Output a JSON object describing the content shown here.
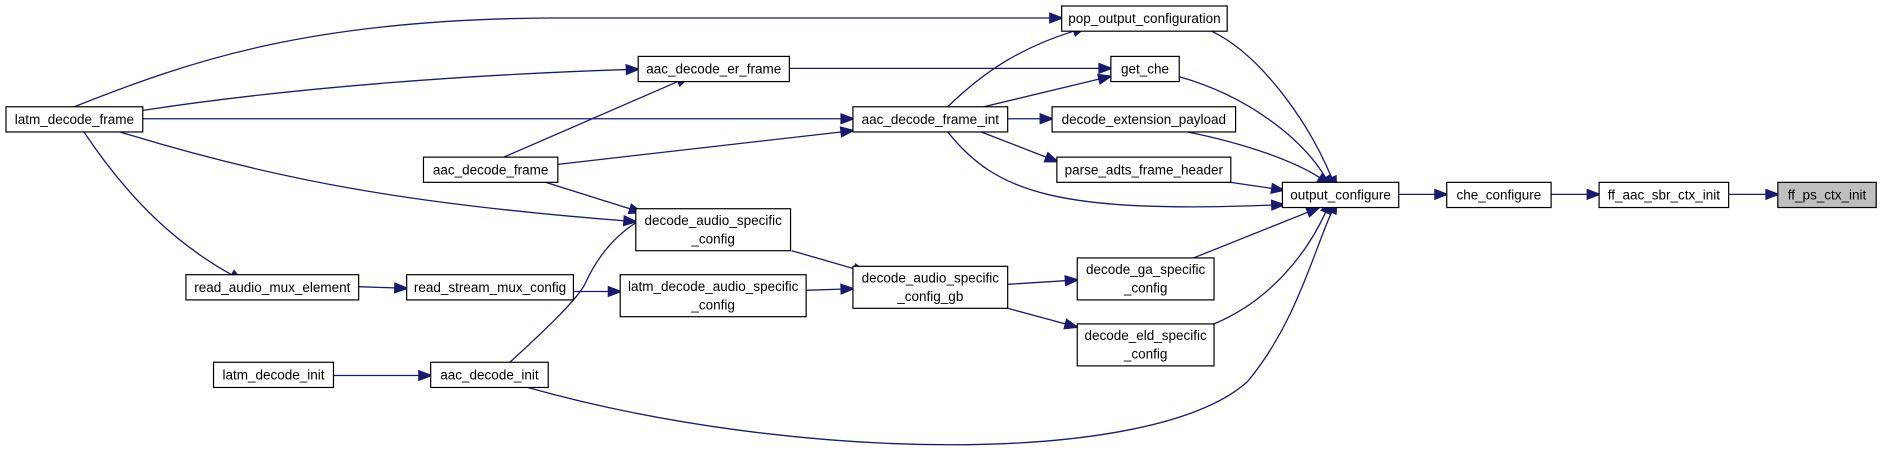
{
  "colors": {
    "edge": "#191970",
    "node_border": "#000000",
    "node_fill": "#ffffff",
    "highlight_fill": "#bfbfbf"
  },
  "nodes": {
    "ff_ps_ctx_init": {
      "lines": [
        "ff_ps_ctx_init"
      ],
      "highlight": true
    },
    "ff_aac_sbr_ctx_init": {
      "lines": [
        "ff_aac_sbr_ctx_init"
      ]
    },
    "che_configure": {
      "lines": [
        "che_configure"
      ]
    },
    "output_configure": {
      "lines": [
        "output_configure"
      ]
    },
    "pop_output_configuration": {
      "lines": [
        "pop_output_configuration"
      ]
    },
    "get_che": {
      "lines": [
        "get_che"
      ]
    },
    "decode_extension_payload": {
      "lines": [
        "decode_extension_payload"
      ]
    },
    "parse_adts_frame_header": {
      "lines": [
        "parse_adts_frame_header"
      ]
    },
    "decode_ga_specific_config": {
      "lines": [
        "decode_ga_specific",
        "_config"
      ]
    },
    "decode_eld_specific_config": {
      "lines": [
        "decode_eld_specific",
        "_config"
      ]
    },
    "aac_decode_er_frame": {
      "lines": [
        "aac_decode_er_frame"
      ]
    },
    "aac_decode_frame_int": {
      "lines": [
        "aac_decode_frame_int"
      ]
    },
    "decode_audio_specific_config_gb": {
      "lines": [
        "decode_audio_specific",
        "_config_gb"
      ]
    },
    "latm_decode_frame": {
      "lines": [
        "latm_decode_frame"
      ]
    },
    "aac_decode_frame": {
      "lines": [
        "aac_decode_frame"
      ]
    },
    "decode_audio_specific_config": {
      "lines": [
        "decode_audio_specific",
        "_config"
      ]
    },
    "latm_decode_audio_specific_config": {
      "lines": [
        "latm_decode_audio_specific",
        "_config"
      ]
    },
    "read_stream_mux_config": {
      "lines": [
        "read_stream_mux_config"
      ]
    },
    "read_audio_mux_element": {
      "lines": [
        "read_audio_mux_element"
      ]
    },
    "aac_decode_init": {
      "lines": [
        "aac_decode_init"
      ]
    },
    "latm_decode_init": {
      "lines": [
        "latm_decode_init"
      ]
    }
  },
  "edges": [
    [
      "ff_aac_sbr_ctx_init",
      "ff_ps_ctx_init"
    ],
    [
      "che_configure",
      "ff_aac_sbr_ctx_init"
    ],
    [
      "output_configure",
      "che_configure"
    ],
    [
      "pop_output_configuration",
      "output_configure"
    ],
    [
      "get_che",
      "output_configure"
    ],
    [
      "decode_extension_payload",
      "output_configure"
    ],
    [
      "parse_adts_frame_header",
      "output_configure"
    ],
    [
      "aac_decode_frame_int",
      "output_configure"
    ],
    [
      "decode_ga_specific_config",
      "output_configure"
    ],
    [
      "decode_eld_specific_config",
      "output_configure"
    ],
    [
      "aac_decode_init",
      "output_configure"
    ],
    [
      "latm_decode_frame",
      "pop_output_configuration"
    ],
    [
      "aac_decode_frame_int",
      "pop_output_configuration"
    ],
    [
      "aac_decode_er_frame",
      "get_che"
    ],
    [
      "aac_decode_frame_int",
      "get_che"
    ],
    [
      "aac_decode_frame_int",
      "decode_extension_payload"
    ],
    [
      "aac_decode_frame_int",
      "parse_adts_frame_header"
    ],
    [
      "decode_audio_specific_config_gb",
      "decode_ga_specific_config"
    ],
    [
      "decode_audio_specific_config_gb",
      "decode_eld_specific_config"
    ],
    [
      "latm_decode_frame",
      "aac_decode_er_frame"
    ],
    [
      "aac_decode_frame",
      "aac_decode_er_frame"
    ],
    [
      "latm_decode_frame",
      "aac_decode_frame_int"
    ],
    [
      "aac_decode_frame",
      "aac_decode_frame_int"
    ],
    [
      "decode_audio_specific_config",
      "decode_audio_specific_config_gb"
    ],
    [
      "latm_decode_audio_specific_config",
      "decode_audio_specific_config_gb"
    ],
    [
      "latm_decode_frame",
      "decode_audio_specific_config"
    ],
    [
      "aac_decode_frame",
      "decode_audio_specific_config"
    ],
    [
      "aac_decode_init",
      "decode_audio_specific_config"
    ],
    [
      "read_stream_mux_config",
      "latm_decode_audio_specific_config"
    ],
    [
      "read_audio_mux_element",
      "read_stream_mux_config"
    ],
    [
      "latm_decode_frame",
      "read_audio_mux_element"
    ],
    [
      "latm_decode_init",
      "aac_decode_init"
    ]
  ]
}
